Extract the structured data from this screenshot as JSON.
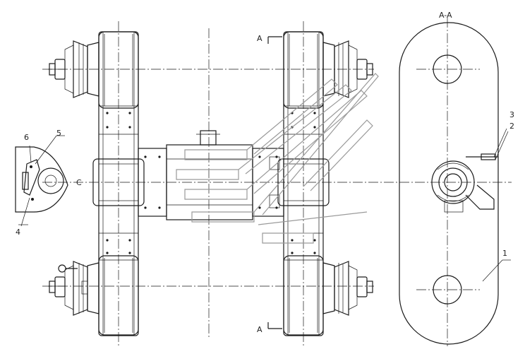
{
  "section_label": "A-A",
  "section_marks": {
    "top": "A",
    "bottom": "A"
  },
  "callouts": {
    "c1": "1",
    "c2": "2",
    "c3": "3",
    "c4": "4",
    "c5": "5",
    "c6": "6",
    "c_left": "C"
  },
  "colors": {
    "line": "#1a1a1a",
    "watermark": "#9a9a9a",
    "background": "#ffffff"
  }
}
